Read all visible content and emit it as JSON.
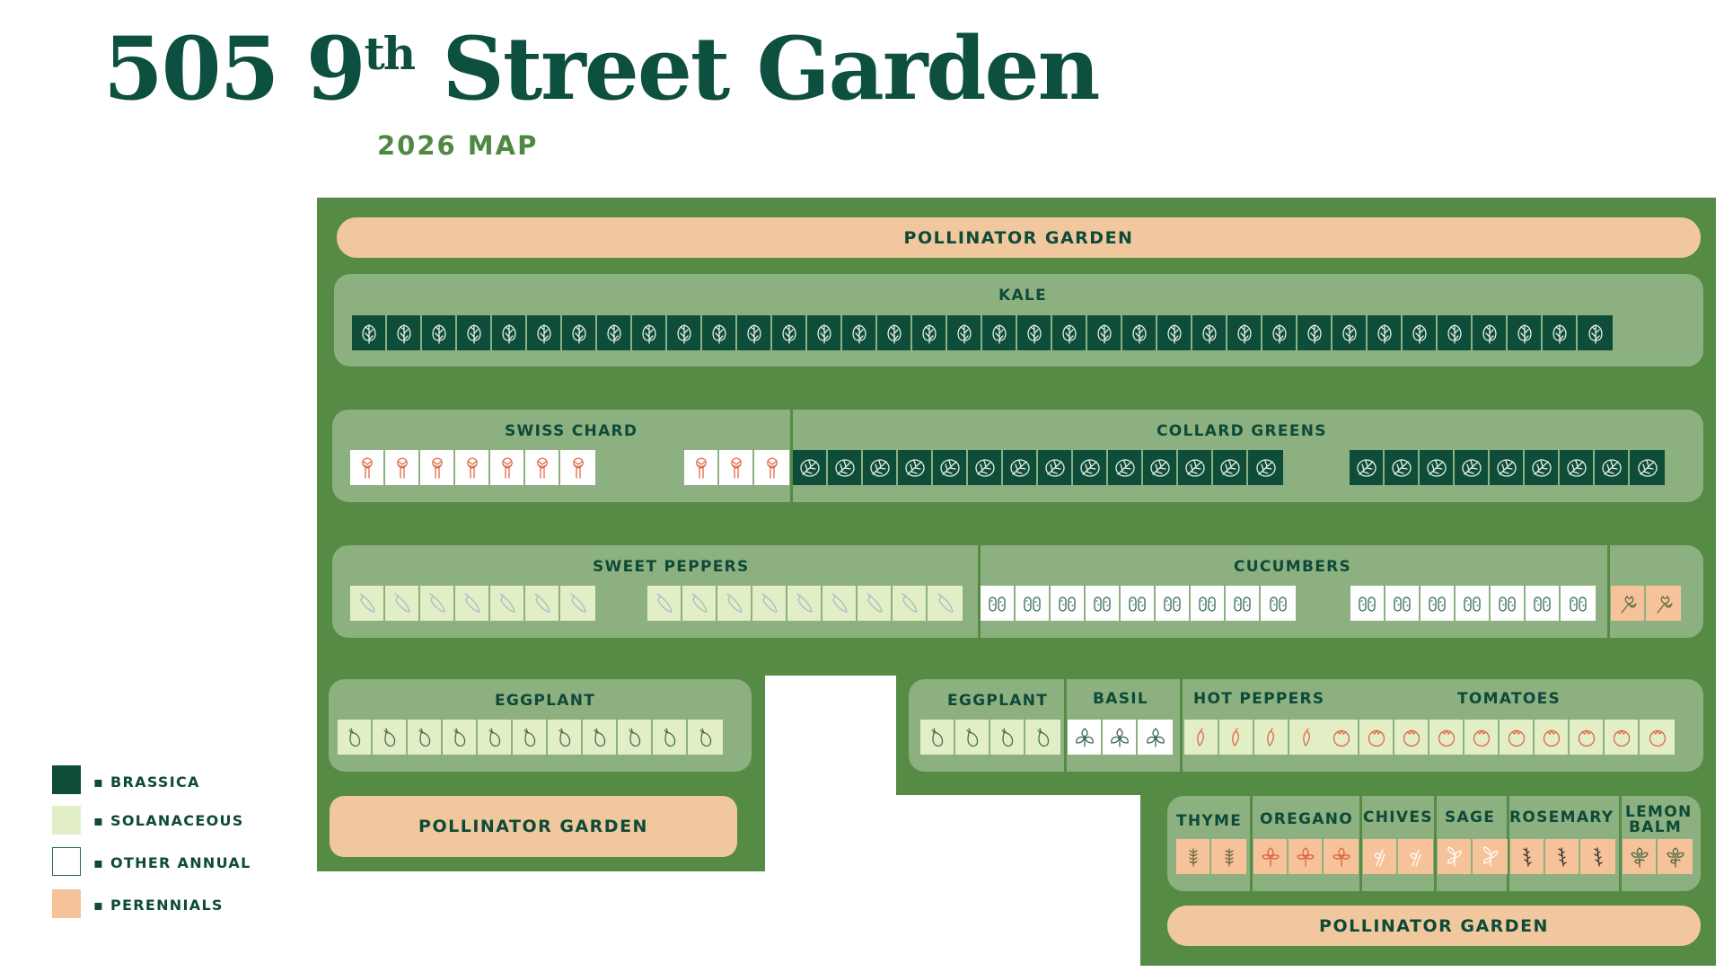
{
  "header": {
    "title_main": "505 9",
    "title_sup": "th",
    "title_rest": " Street Garden",
    "subtitle": "2026 MAP"
  },
  "legend": [
    {
      "label": "BRASSICA",
      "color": "#0f4d3b"
    },
    {
      "label": "SOLANACEOUS",
      "color": "#e2eec5"
    },
    {
      "label": "OTHER ANNUAL",
      "color": "#ffffff"
    },
    {
      "label": "PERENNIALS",
      "color": "#f6c299"
    }
  ],
  "pollinator": {
    "top": "POLLINATOR GARDEN",
    "left": "POLLINATOR GARDEN",
    "bottom": "POLLINATOR GARDEN"
  },
  "beds": {
    "kale": "KALE",
    "swiss_chard": "SWISS CHARD",
    "collard_greens": "COLLARD GREENS",
    "sweet_peppers": "SWEET PEPPERS",
    "cucumbers": "CUCUMBERS",
    "eggplant_left": "EGGPLANT",
    "eggplant_right": "EGGPLANT",
    "basil": "BASIL",
    "hot_peppers": "HOT PEPPERS",
    "tomatoes": "TOMATOES",
    "thyme": "THYME",
    "oregano": "OREGANO",
    "chives": "CHIVES",
    "sage": "SAGE",
    "rosemary": "ROSEMARY",
    "lemon_balm_1": "LEMON",
    "lemon_balm_2": "BALM"
  },
  "plantings": [
    {
      "crop": "kale",
      "type": "brassica",
      "icon": "kale-icon",
      "count": 36
    },
    {
      "crop": "swiss chard",
      "type": "other",
      "icon": "chard-icon",
      "count": 7
    },
    {
      "crop": "swiss chard",
      "type": "other",
      "icon": "chard-icon",
      "count": 3
    },
    {
      "crop": "collard greens",
      "type": "brassica",
      "icon": "collard-icon",
      "count": 14
    },
    {
      "crop": "collard greens",
      "type": "brassica",
      "icon": "collard-icon",
      "count": 9
    },
    {
      "crop": "sweet peppers",
      "type": "solanaceous",
      "icon": "pepper-icon",
      "count": 7
    },
    {
      "crop": "sweet peppers",
      "type": "solanaceous",
      "icon": "pepper-icon",
      "count": 9
    },
    {
      "crop": "cucumbers",
      "type": "other",
      "icon": "cucumber-icon",
      "count": 9
    },
    {
      "crop": "cucumbers",
      "type": "other",
      "icon": "cucumber-icon",
      "count": 7
    },
    {
      "crop": "perennial herb",
      "type": "perennial",
      "icon": "parsley-icon",
      "count": 2
    },
    {
      "crop": "eggplant",
      "type": "solanaceous",
      "icon": "eggplant-icon",
      "count": 11
    },
    {
      "crop": "eggplant",
      "type": "solanaceous",
      "icon": "eggplant-icon",
      "count": 4
    },
    {
      "crop": "basil",
      "type": "other",
      "icon": "basil-icon",
      "count": 3
    },
    {
      "crop": "hot peppers",
      "type": "solanaceous",
      "icon": "hot-pepper-icon",
      "count": 4
    },
    {
      "crop": "tomatoes",
      "type": "solanaceous",
      "icon": "tomato-icon",
      "count": 10
    },
    {
      "crop": "thyme",
      "type": "perennial",
      "icon": "thyme-icon",
      "count": 2
    },
    {
      "crop": "oregano",
      "type": "perennial",
      "icon": "oregano-icon",
      "count": 3
    },
    {
      "crop": "chives",
      "type": "perennial",
      "icon": "chives-icon",
      "count": 2
    },
    {
      "crop": "sage",
      "type": "perennial",
      "icon": "sage-icon",
      "count": 2
    },
    {
      "crop": "rosemary",
      "type": "perennial",
      "icon": "rosemary-icon",
      "count": 3
    },
    {
      "crop": "lemon balm",
      "type": "perennial",
      "icon": "lemon-balm-icon",
      "count": 2
    }
  ]
}
